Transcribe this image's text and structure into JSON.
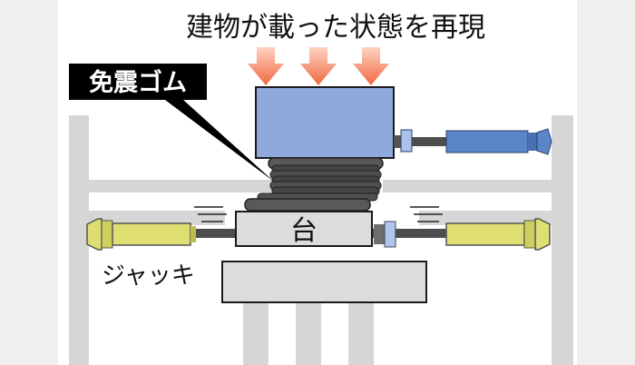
{
  "caption": "建物が載った状態を再現",
  "labels": {
    "rubber": "免震ゴム",
    "table": "台",
    "jack": "ジャッキ"
  },
  "colors": {
    "background": "#ffffff",
    "side_band": "#efefef",
    "frame": "#d6d6d6",
    "building_block": "#8fa9de",
    "load_arrow": "#f0683f",
    "rubber_bearing": "#595959",
    "table_block": "#dcdcdc",
    "actuator_yellow": "#dede72",
    "actuator_blue": "#5a86c8",
    "rod": "#4d4d4d",
    "callout": "#000000"
  }
}
